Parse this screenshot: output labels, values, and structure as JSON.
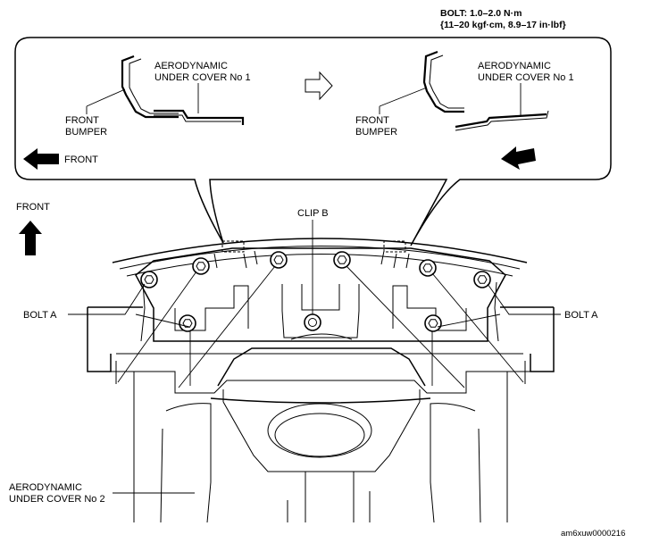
{
  "spec": {
    "line1": "BOLT: 1.0–2.0  N·m",
    "line2": "{11–20  kgf·cm,  8.9–17  in·lbf}"
  },
  "callout": {
    "before": {
      "cover_label_1": "AERODYNAMIC",
      "cover_label_2": "UNDER COVER No 1",
      "bumper_label_1": "FRONT",
      "bumper_label_2": "BUMPER",
      "front_label": "FRONT"
    },
    "after": {
      "cover_label_1": "AERODYNAMIC",
      "cover_label_2": "UNDER COVER No 1",
      "bumper_label_1": "FRONT",
      "bumper_label_2": "BUMPER"
    }
  },
  "main": {
    "front_label": "FRONT",
    "clip_label": "CLIP B",
    "bolt_left_label": "BOLT A",
    "bolt_right_label": "BOLT A",
    "cover2_label_1": "AERODYNAMIC",
    "cover2_label_2": "UNDER COVER No 2"
  },
  "figure_id": "am6xuw0000216"
}
